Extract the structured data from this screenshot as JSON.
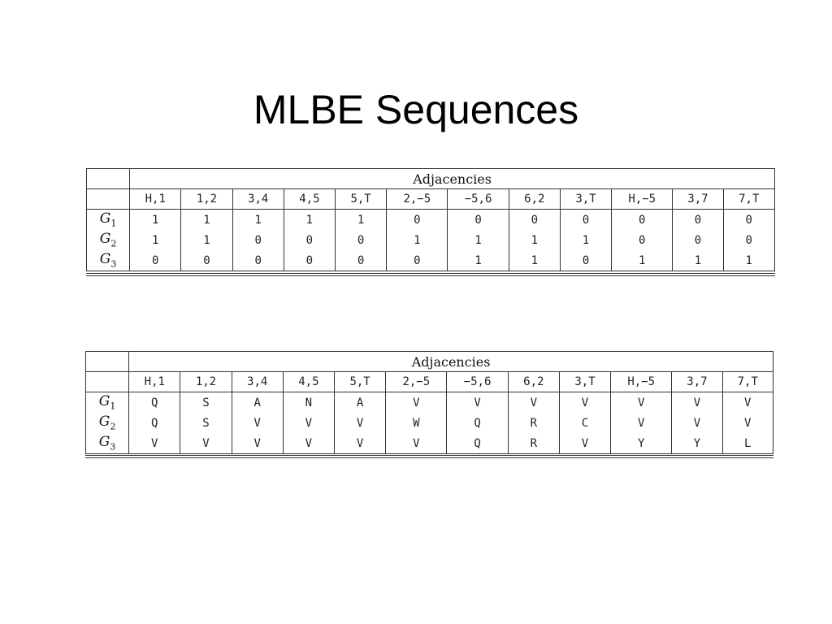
{
  "title": "MLBE Sequences",
  "table1": {
    "header_title": "Adjacencies",
    "columns": [
      "H,1",
      "1,2",
      "3,4",
      "4,5",
      "5,T",
      "2,−5",
      "−5,6",
      "6,2",
      "3,T",
      "H,−5",
      "3,7",
      "7,T"
    ],
    "rows": [
      {
        "label": "G",
        "sub": "1",
        "cells": [
          "1",
          "1",
          "1",
          "1",
          "1",
          "0",
          "0",
          "0",
          "0",
          "0",
          "0",
          "0"
        ]
      },
      {
        "label": "G",
        "sub": "2",
        "cells": [
          "1",
          "1",
          "0",
          "0",
          "0",
          "1",
          "1",
          "1",
          "1",
          "0",
          "0",
          "0"
        ]
      },
      {
        "label": "G",
        "sub": "3",
        "cells": [
          "0",
          "0",
          "0",
          "0",
          "0",
          "0",
          "1",
          "1",
          "0",
          "1",
          "1",
          "1"
        ]
      }
    ]
  },
  "table2": {
    "header_title": "Adjacencies",
    "columns": [
      "H,1",
      "1,2",
      "3,4",
      "4,5",
      "5,T",
      "2,−5",
      "−5,6",
      "6,2",
      "3,T",
      "H,−5",
      "3,7",
      "7,T"
    ],
    "rows": [
      {
        "label": "G",
        "sub": "1",
        "cells": [
          "Q",
          "S",
          "A",
          "N",
          "A",
          "V",
          "V",
          "V",
          "V",
          "V",
          "V",
          "V"
        ]
      },
      {
        "label": "G",
        "sub": "2",
        "cells": [
          "Q",
          "S",
          "V",
          "V",
          "V",
          "W",
          "Q",
          "R",
          "C",
          "V",
          "V",
          "V"
        ]
      },
      {
        "label": "G",
        "sub": "3",
        "cells": [
          "V",
          "V",
          "V",
          "V",
          "V",
          "V",
          "Q",
          "R",
          "V",
          "Y",
          "Y",
          "L"
        ]
      }
    ]
  }
}
